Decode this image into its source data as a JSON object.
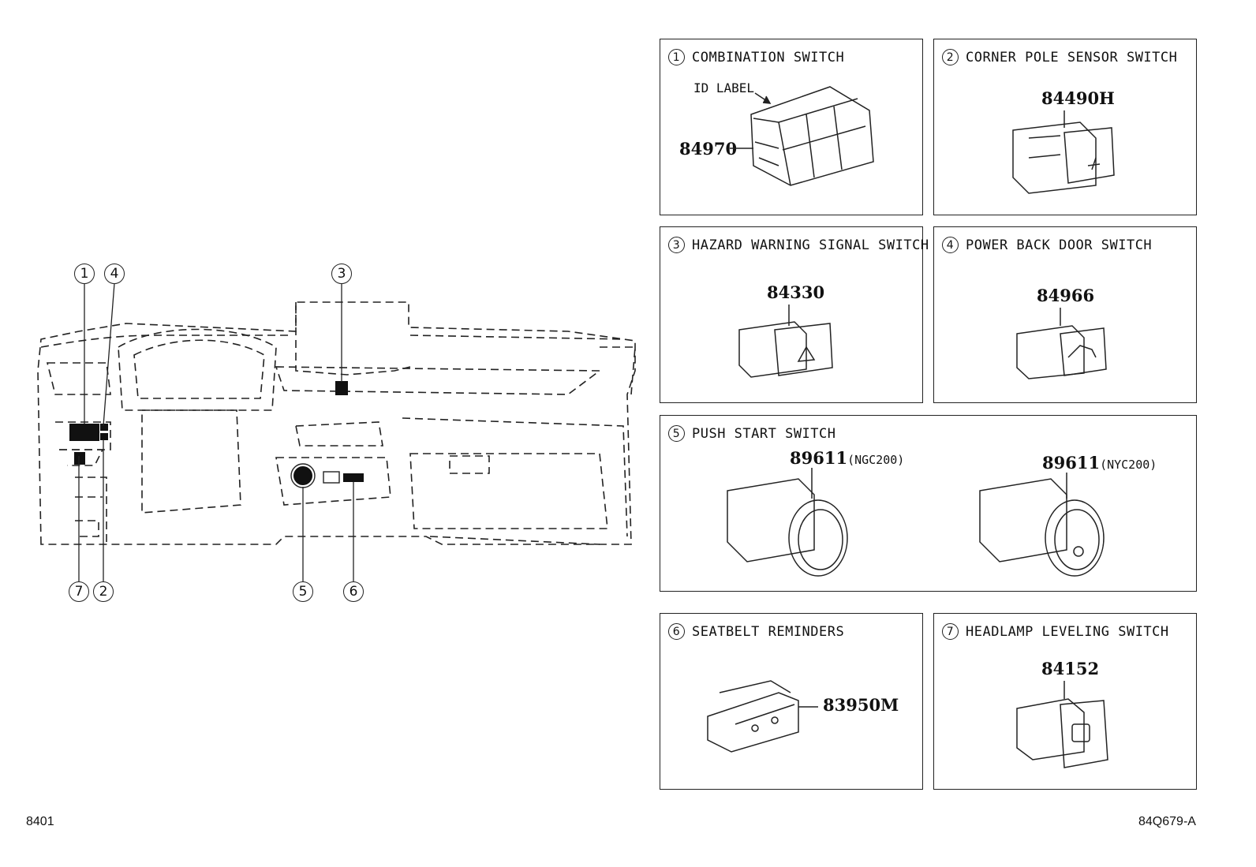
{
  "callouts": {
    "c1": "1",
    "c2": "2",
    "c3": "3",
    "c4": "4",
    "c5": "5",
    "c6": "6",
    "c7": "7"
  },
  "panels": {
    "p1": {
      "num": "1",
      "title": "COMBINATION SWITCH",
      "id_label": "ID LABEL",
      "part": "84970"
    },
    "p2": {
      "num": "2",
      "title": "CORNER POLE SENSOR SWITCH",
      "part": "84490H"
    },
    "p3": {
      "num": "3",
      "title": "HAZARD WARNING SIGNAL SWITCH",
      "part": "84330"
    },
    "p4": {
      "num": "4",
      "title": "POWER BACK DOOR SWITCH",
      "part": "84966"
    },
    "p5": {
      "num": "5",
      "title": "PUSH START SWITCH",
      "part_a": "89611",
      "suffix_a": "(NGC200)",
      "part_b": "89611",
      "suffix_b": "(NYC200)"
    },
    "p6": {
      "num": "6",
      "title": "SEATBELT REMINDERS",
      "part": "83950M"
    },
    "p7": {
      "num": "7",
      "title": "HEADLAMP LEVELING SWITCH",
      "part": "84152"
    }
  },
  "footer": {
    "left": "8401",
    "right": "84Q679-A"
  }
}
